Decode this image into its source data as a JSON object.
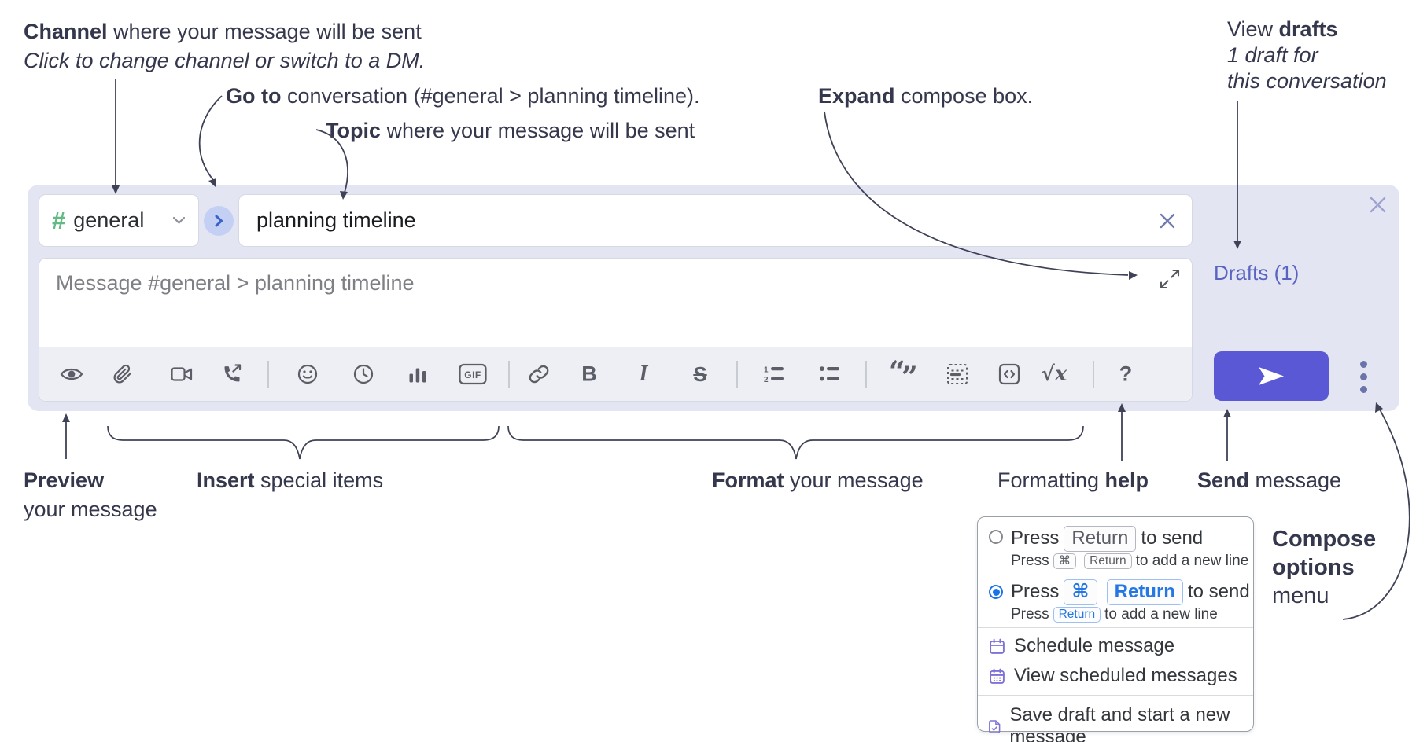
{
  "colors": {
    "compose_background": "#e3e5f3",
    "send_button": "#5b58d6",
    "channel_hash_green": "#63ba84",
    "goto_circle_bg": "#c3d0f4",
    "goto_chevron_blue": "#3a63c8",
    "drafts_link": "#5864c0",
    "annotation_text": "#35374d",
    "selected_radio_blue": "#1a73e8",
    "menu_icon_purple": "#7d72d8"
  },
  "annotations": {
    "channel": {
      "bold": "Channel",
      "rest": " where your message will be sent",
      "line2": "Click to change channel or switch to a DM."
    },
    "goto": {
      "bold": "Go to",
      "rest": " conversation (#general > planning timeline)."
    },
    "topic": {
      "bold": "Topic",
      "rest": " where your message will be sent"
    },
    "expand": {
      "bold": "Expand",
      "rest": " compose box."
    },
    "drafts": {
      "line1_pre": "View ",
      "line1_bold": "drafts",
      "line2": "1 draft for",
      "line3": "this conversation"
    },
    "preview": {
      "bold": "Preview",
      "line2": "your message"
    },
    "insert": {
      "bold": "Insert",
      "rest": " special items"
    },
    "format": {
      "bold": "Format",
      "rest": " your message"
    },
    "formatting_help": {
      "pre": "Formatting ",
      "bold": "help"
    },
    "send": {
      "bold": "Send",
      "rest": " message"
    },
    "compose_options": {
      "line1": "Compose",
      "line2": "options",
      "line3": "menu"
    }
  },
  "compose": {
    "channel_selector": {
      "hash": "#",
      "label": "general"
    },
    "topic_input": {
      "value": "planning timeline"
    },
    "message_input": {
      "placeholder": "Message #general > planning timeline"
    },
    "drafts_link": "Drafts (1)",
    "toolbar": {
      "gif": "GIF",
      "bold": "B",
      "italic": "I",
      "strike": "S",
      "math": "√x",
      "help": "?"
    }
  },
  "menu": {
    "option1": {
      "press": "Press",
      "key1": "Return",
      "suffix": "to send",
      "sub_press": "Press",
      "sub_key1": "⌘",
      "sub_key2": "Return",
      "sub_suffix": "to add a new line"
    },
    "option2": {
      "press": "Press",
      "key1": "⌘",
      "key2": "Return",
      "suffix": "to send",
      "sub_press": "Press",
      "sub_key1": "Return",
      "sub_suffix": "to add a new line"
    },
    "items": [
      {
        "label": "Schedule message"
      },
      {
        "label": "View scheduled messages"
      },
      {
        "label": "Save draft and start a new message"
      }
    ]
  }
}
